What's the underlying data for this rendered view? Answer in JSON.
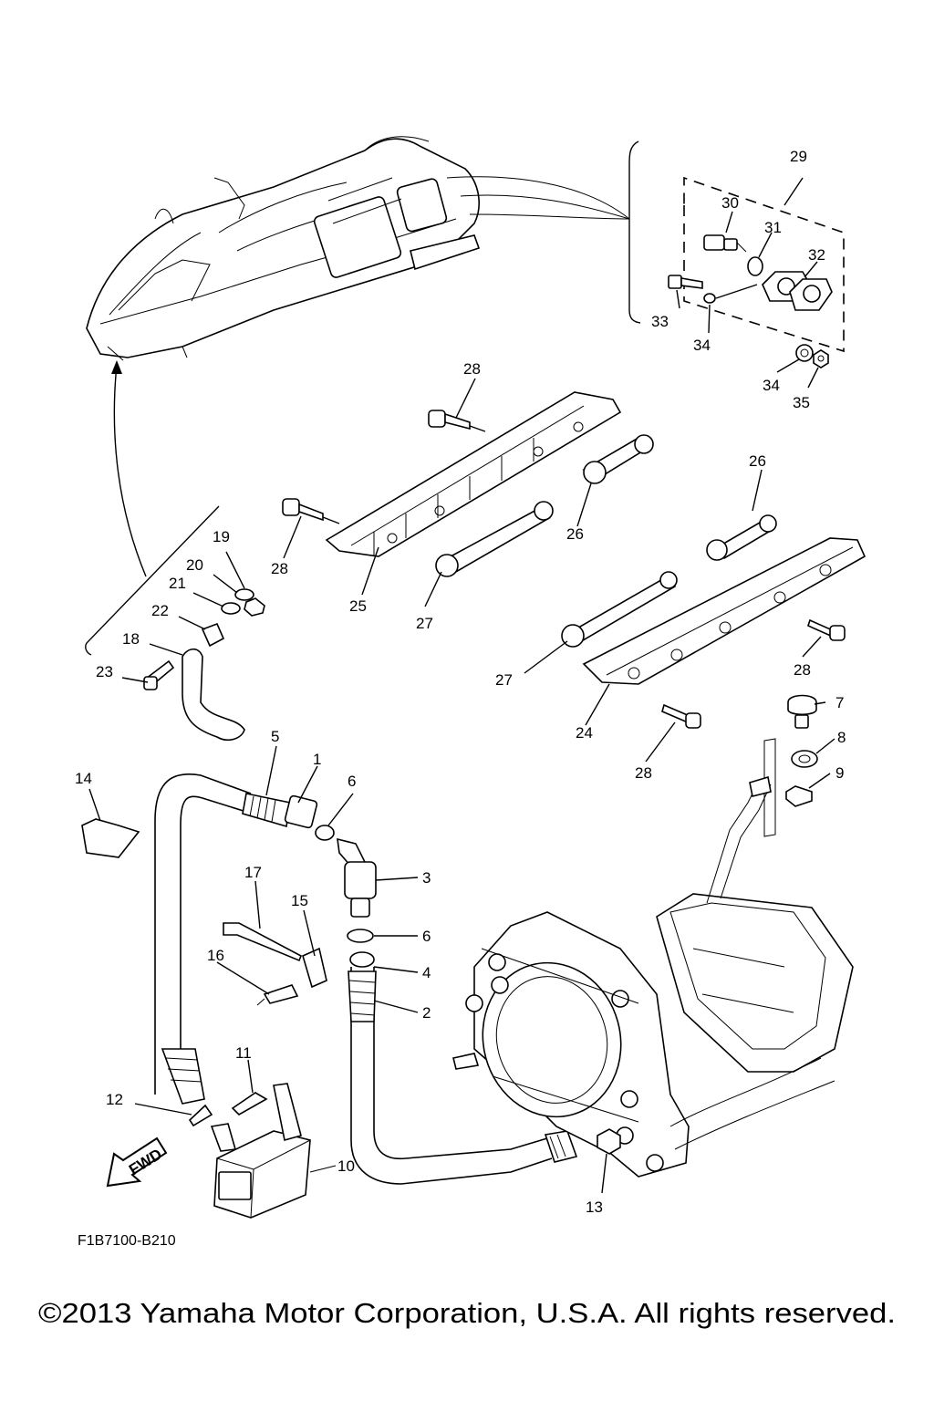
{
  "diagram": {
    "code": "F1B7100-B210",
    "fwd_label": "FWD",
    "copyright": "©2013 Yamaha Motor Corporation, U.S.A. All rights reserved."
  },
  "callouts": [
    "1",
    "2",
    "3",
    "4",
    "5",
    "6",
    "6",
    "7",
    "8",
    "9",
    "10",
    "11",
    "12",
    "13",
    "14",
    "15",
    "16",
    "17",
    "18",
    "19",
    "20",
    "21",
    "22",
    "23",
    "24",
    "25",
    "26",
    "26",
    "27",
    "27",
    "28",
    "28",
    "28",
    "28",
    "29",
    "30",
    "31",
    "32",
    "33",
    "34",
    "34",
    "35"
  ]
}
